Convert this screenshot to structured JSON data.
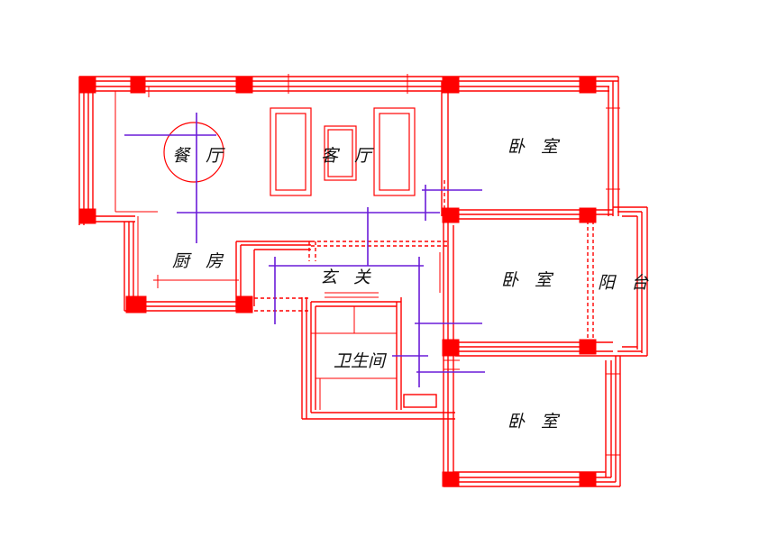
{
  "rooms": {
    "dining": "餐 厅",
    "living": "客 厅",
    "bedroom_top": "卧 室",
    "kitchen": "厨 房",
    "entrance": "玄 关",
    "bedroom_mid": "卧 室",
    "balcony": "阳 台",
    "bathroom": "卫生间",
    "bedroom_bottom": "卧 室"
  },
  "colors": {
    "walls": "#ff0000",
    "axis_lines": "#6a1bd8",
    "labels": "#111111",
    "background": "#ffffff"
  }
}
